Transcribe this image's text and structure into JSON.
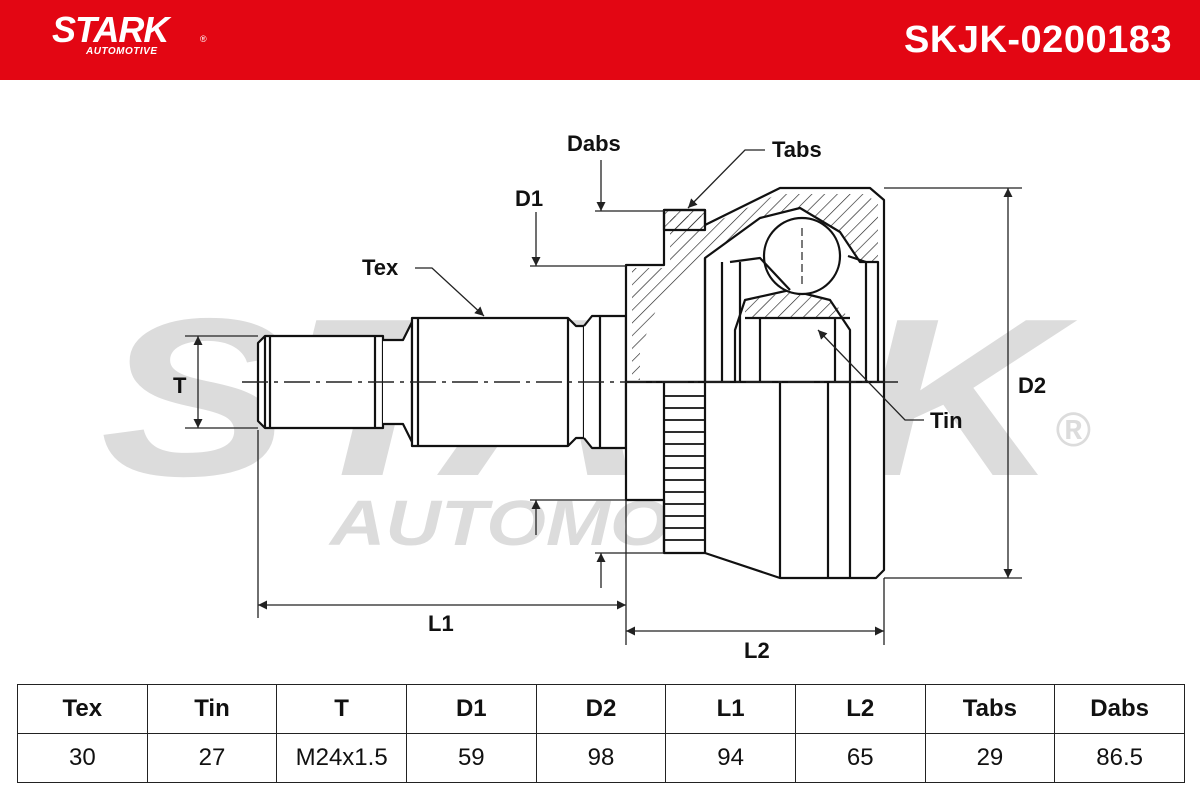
{
  "brand": {
    "name": "STARK",
    "registered": "®",
    "sub": "AUTOMOTIVE",
    "color": "#e30613"
  },
  "part_code": "SKJK-0200183",
  "watermark": {
    "main": "STARK",
    "sub": "AUTOMOTIVE",
    "registered": "®"
  },
  "diagram_labels": {
    "dabs": "Dabs",
    "tabs": "Tabs",
    "d1": "D1",
    "tex": "Tex",
    "t": "T",
    "d2": "D2",
    "tin": "Tin",
    "l1": "L1",
    "l2": "L2"
  },
  "spec_table": {
    "headers": [
      "Tex",
      "Tin",
      "T",
      "D1",
      "D2",
      "L1",
      "L2",
      "Tabs",
      "Dabs"
    ],
    "values": [
      "30",
      "27",
      "M24x1.5",
      "59",
      "98",
      "94",
      "65",
      "29",
      "86.5"
    ]
  }
}
